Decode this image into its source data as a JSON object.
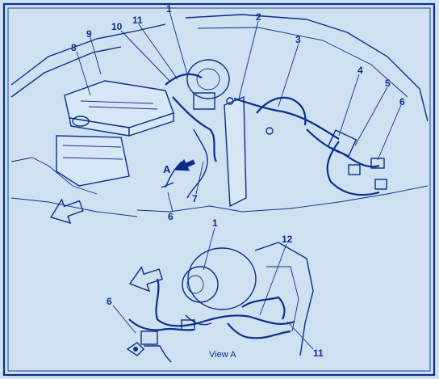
{
  "callouts_top": {
    "c1": "1",
    "c2": "2",
    "c3": "3",
    "c4": "4",
    "c5": "5",
    "c6": "6",
    "c7": "7",
    "c8": "8",
    "c9": "9",
    "c10": "10",
    "c11": "11",
    "c6b": "6",
    "view_marker": "A"
  },
  "callouts_bottom": {
    "c1": "1",
    "c12": "12",
    "c6": "6",
    "c11": "11"
  },
  "view_caption": "View A",
  "colors": {
    "background": "#cfe0f0",
    "ink": "#0a2f8a",
    "panel": "#d7e7f5"
  }
}
